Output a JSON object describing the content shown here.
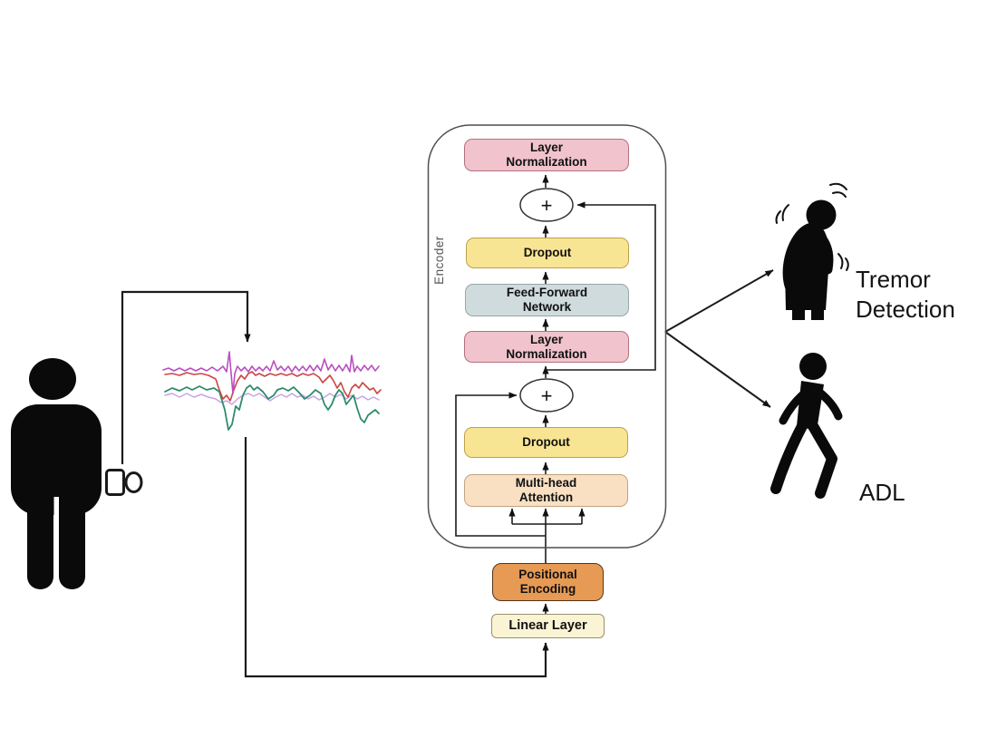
{
  "encoder": {
    "label": "Encoder",
    "plus_symbol": "+",
    "blocks": {
      "layer_norm_top": "Layer\nNormalization",
      "dropout_top": "Dropout",
      "feed_forward": "Feed-Forward\nNetwork",
      "layer_norm_mid": "Layer\nNormalization",
      "dropout_bottom": "Dropout",
      "multi_head_attention": "Multi-head\nAttention"
    }
  },
  "input_stack": {
    "positional_encoding": "Positional\nEncoding",
    "linear_layer": "Linear Layer"
  },
  "outputs": {
    "tremor": "Tremor\nDetection",
    "adl": "ADL"
  },
  "icons": {
    "subject": "standing-person-icon",
    "phone": "smartphone-icon",
    "watch": "smartwatch-icon",
    "signal": "sensor-signal-plot",
    "tremor": "tremor-person-icon",
    "walking": "walking-person-icon",
    "add": "plus-in-circle-icon"
  },
  "colors": {
    "layer_norm_fill": "#f0c3cd",
    "layer_norm_border": "#b4717f",
    "dropout_fill": "#f8e593",
    "dropout_border": "#bfa04e",
    "ffn_fill": "#cfdbdc",
    "ffn_border": "#97a6a7",
    "mha_fill": "#f9e0c3",
    "mha_border": "#c3a27f",
    "pe_fill": "#e69a54",
    "pe_border": "#53361c",
    "linear_fill": "#faf3d4",
    "linear_border": "#98926d",
    "line": "#1c1c1c",
    "silhouette": "#0a0a0a",
    "signal_magenta": "#b94fc0",
    "signal_red": "#cb4743",
    "signal_green": "#2f8b6b",
    "signal_lavender": "#c7a4e4"
  }
}
